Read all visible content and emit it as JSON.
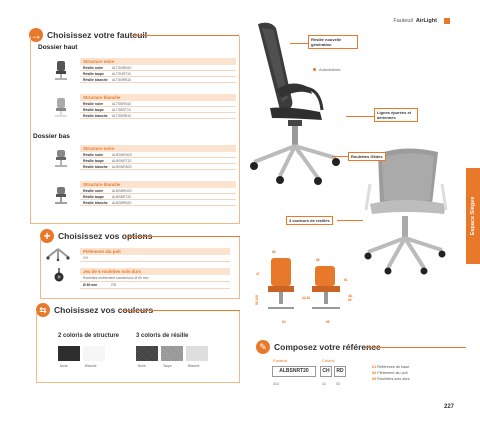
{
  "header": {
    "category": "Fauteuil",
    "product": "AirLight"
  },
  "sections": {
    "fauteuil": "Choisissez votre fauteuil",
    "options": "Choisissez vos options",
    "couleurs": "Choisissez vos couleurs",
    "reference": "Composez votre référence"
  },
  "dossier_haut": {
    "title": "Dossier haut",
    "groups": [
      {
        "header": "Structure noire",
        "rows": [
          {
            "label": "Résille noire",
            "code": "ALTSNRN10"
          },
          {
            "label": "Résille taupe",
            "code": "ALTSNRT10"
          },
          {
            "label": "Résille blanche",
            "code": "ALTSNRB10"
          }
        ]
      },
      {
        "header": "Structure blanche",
        "rows": [
          {
            "label": "Résille noire",
            "code": "ALTSBRN10"
          },
          {
            "label": "Résille taupe",
            "code": "ALTSBRT10"
          },
          {
            "label": "Résille blanche",
            "code": "ALTSBRB10"
          }
        ]
      }
    ]
  },
  "dossier_bas": {
    "title": "Dossier bas",
    "groups": [
      {
        "header": "Structure noire",
        "rows": [
          {
            "label": "Résille noire",
            "code": "ALBSNRN20"
          },
          {
            "label": "Résille taupe",
            "code": "ALBSNRT20"
          },
          {
            "label": "Résille blanche",
            "code": "ALBSNRB20"
          }
        ]
      },
      {
        "header": "Structure blanche",
        "rows": [
          {
            "label": "Résille noire",
            "code": "ALBSBRN20"
          },
          {
            "label": "Résille taupe",
            "code": "ALBSBRT20"
          },
          {
            "label": "Résille blanche",
            "code": "ALBSBRB20"
          }
        ]
      }
    ]
  },
  "options": [
    {
      "header": "Piètement alu poli",
      "rows": [
        {
          "text": "CH"
        }
      ]
    },
    {
      "header": "Jeu de 5 roulettes sols durs",
      "rows": [
        {
          "text": "Roulettes revêtement caoutchouc Ø 60 mm"
        },
        {
          "text": "Ø 60 mm",
          "code": "RD"
        }
      ]
    }
  ],
  "couleurs": {
    "structure_title": "2 coloris de structure",
    "resille_title": "3 coloris de résille",
    "structure": [
      {
        "name": "Noire",
        "color": "#3a3a3a"
      },
      {
        "name": "Blanche",
        "color": "#f4f4f4"
      }
    ],
    "resille": [
      {
        "name": "Noire",
        "color": "#4a4a4a"
      },
      {
        "name": "Taupe",
        "color": "#9a9a9a"
      },
      {
        "name": "Blanche",
        "color": "#dcdcdc"
      }
    ]
  },
  "callouts": {
    "resille": "Résille nouvelle génération",
    "autodetente": "Autodetente",
    "lignes": "Lignes épurées et aériennes",
    "roulettes": "Roulettes Glides",
    "couleurs_resille": "3 couleurs de résilles"
  },
  "dimensions": {
    "a": "99-106",
    "b": "47",
    "c": "44-54",
    "d": "66",
    "e": "61",
    "f": "48-60",
    "g": "86",
    "h": "64",
    "i": "66"
  },
  "reference": {
    "label_fauteuil": "Fauteuil",
    "label_coloris": "Coloris",
    "code": "ALBSNRT20",
    "opt1": "CH",
    "opt2": "RD",
    "bottom_left": "A01",
    "bottom_mid": "02",
    "bottom_right": "03",
    "legend": [
      {
        "code": "01",
        "text": "Référence de base"
      },
      {
        "code": "02",
        "text": "Piètement alu poli"
      },
      {
        "code": "03",
        "text": "Roulettes sols durs"
      }
    ]
  },
  "side_tab": "Espace Sièges",
  "page_number": "227",
  "colors": {
    "accent": "#e8782a",
    "accent_light": "#fbe3cf"
  }
}
